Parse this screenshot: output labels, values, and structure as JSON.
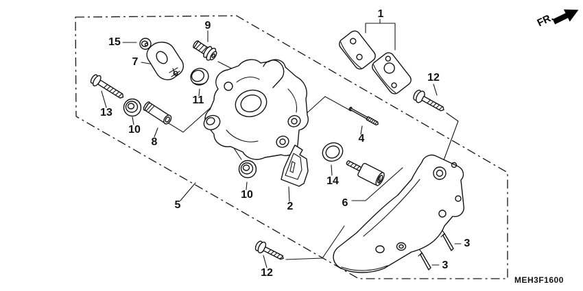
{
  "figure": {
    "code": "MEH3F1600",
    "direction_label": "FR."
  },
  "callouts": [
    {
      "part": "1"
    },
    {
      "part": "2"
    },
    {
      "part": "3"
    },
    {
      "part": "3"
    },
    {
      "part": "4"
    },
    {
      "part": "5"
    },
    {
      "part": "6"
    },
    {
      "part": "7"
    },
    {
      "part": "8"
    },
    {
      "part": "9"
    },
    {
      "part": "10"
    },
    {
      "part": "10"
    },
    {
      "part": "11"
    },
    {
      "part": "12"
    },
    {
      "part": "12"
    },
    {
      "part": "13"
    },
    {
      "part": "14"
    },
    {
      "part": "15"
    }
  ]
}
